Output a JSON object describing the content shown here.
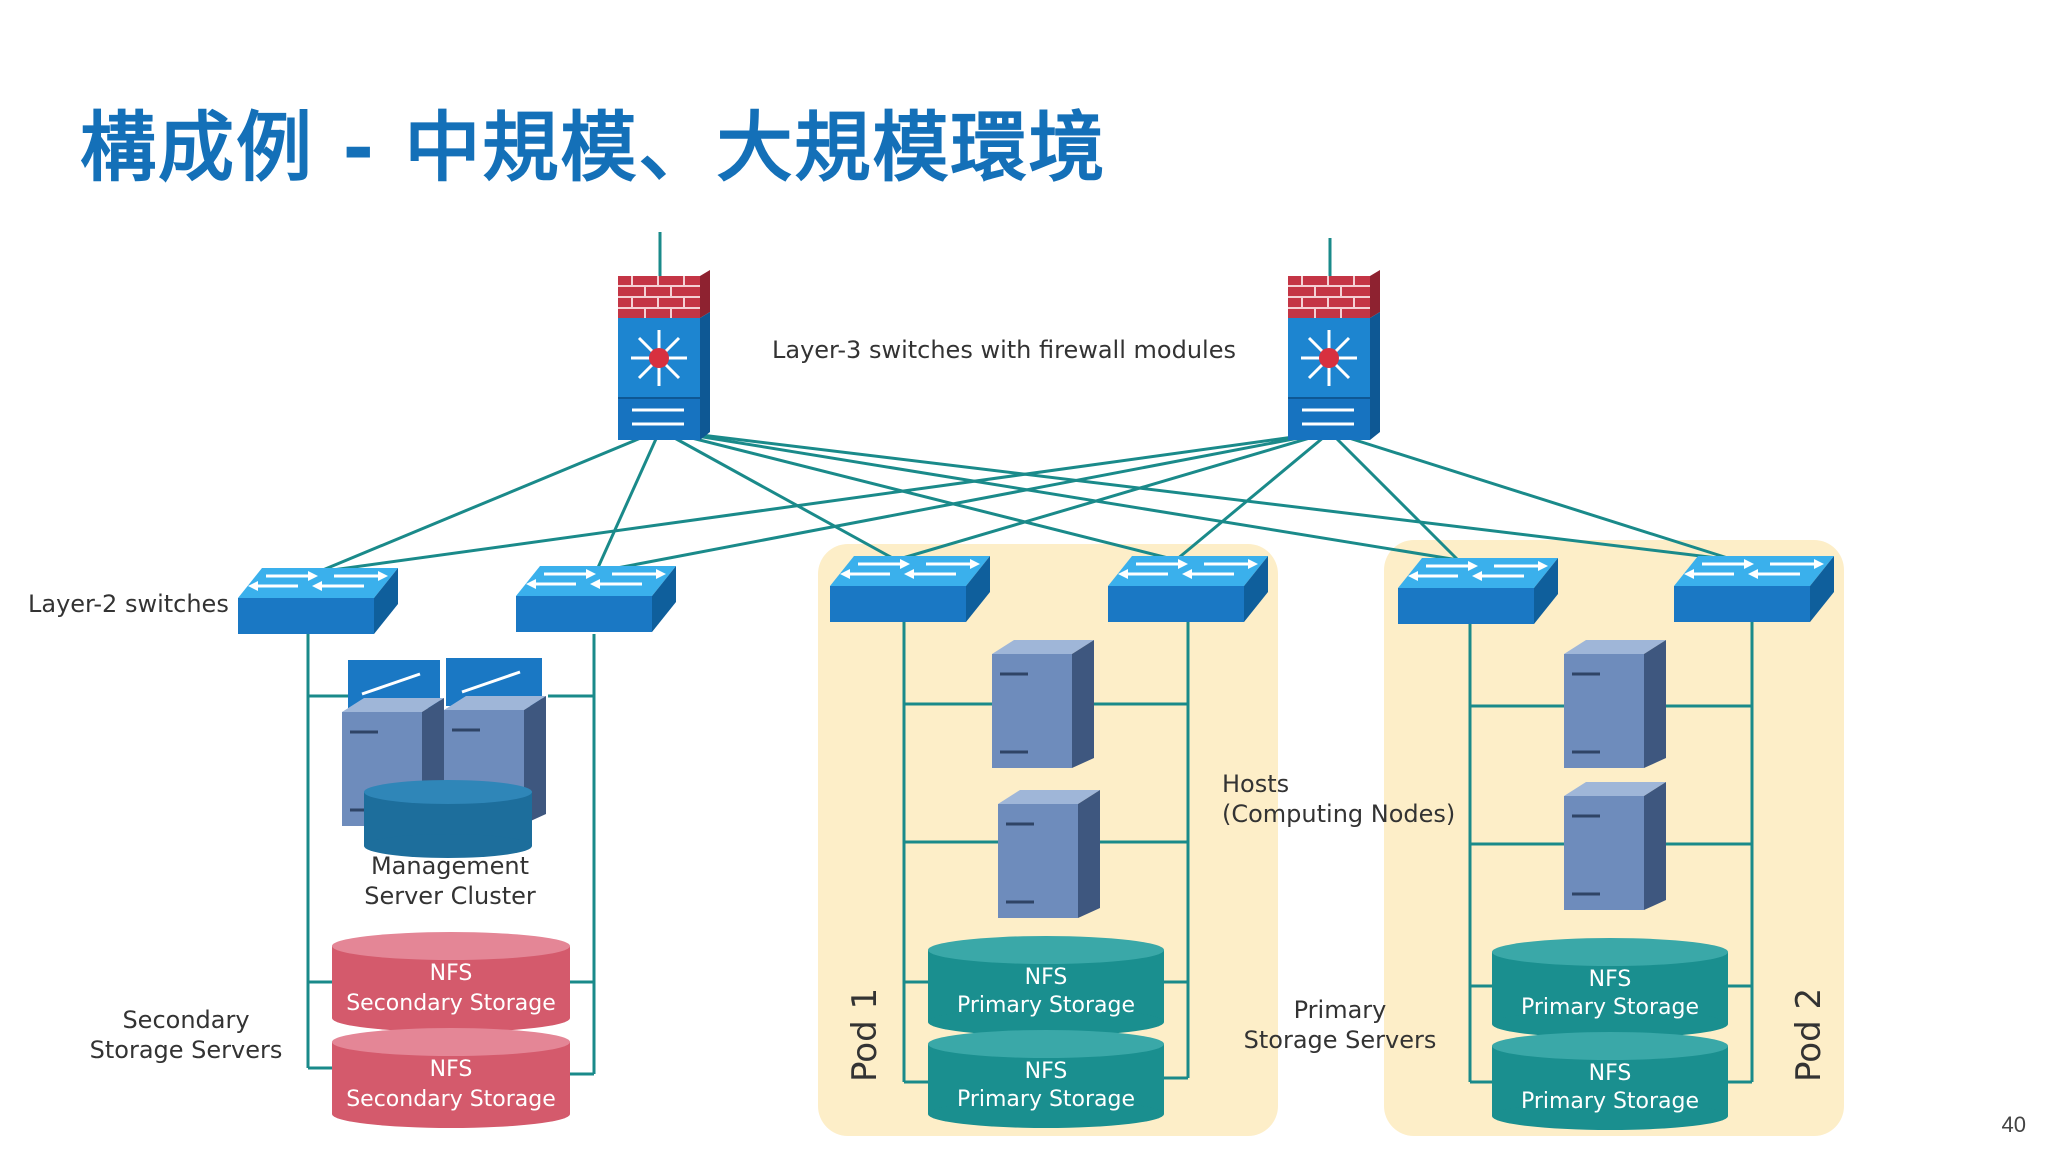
{
  "slide": {
    "title": "構成例 - 中規模、大規模環境",
    "page_number": "40"
  },
  "labels": {
    "layer3": "Layer-3 switches with firewall modules",
    "layer2": "Layer-2 switches",
    "hosts_line1": "Hosts",
    "hosts_line2": "(Computing Nodes)",
    "mgmt_line1": "Management",
    "mgmt_line2": "Server Cluster",
    "secondary_line1": "Secondary",
    "secondary_line2": "Storage Servers",
    "primary_line1": "Primary",
    "primary_line2": "Storage Servers"
  },
  "pods": [
    {
      "label": "Pod 1"
    },
    {
      "label": "Pod 2"
    }
  ],
  "storage": {
    "secondary": [
      {
        "line1": "NFS",
        "line2": "Secondary Storage"
      },
      {
        "line1": "NFS",
        "line2": "Secondary Storage"
      }
    ],
    "pod1": [
      {
        "line1": "NFS",
        "line2": "Primary Storage"
      },
      {
        "line1": "NFS",
        "line2": "Primary Storage"
      }
    ],
    "pod2": [
      {
        "line1": "NFS",
        "line2": "Primary Storage"
      },
      {
        "line1": "NFS",
        "line2": "Primary Storage"
      }
    ]
  },
  "colors": {
    "title": "#1470b8",
    "link": "#1a8a8a",
    "pod_background": "#fdeec8",
    "switch_top": "#2a9be0",
    "switch_front": "#1573c0",
    "firewall": "#c83a4a",
    "server": "#6f8fbf",
    "secondary_storage": "#d45a6c",
    "primary_storage": "#1a8f8f",
    "mgmt_db": "#1d6e9c"
  }
}
